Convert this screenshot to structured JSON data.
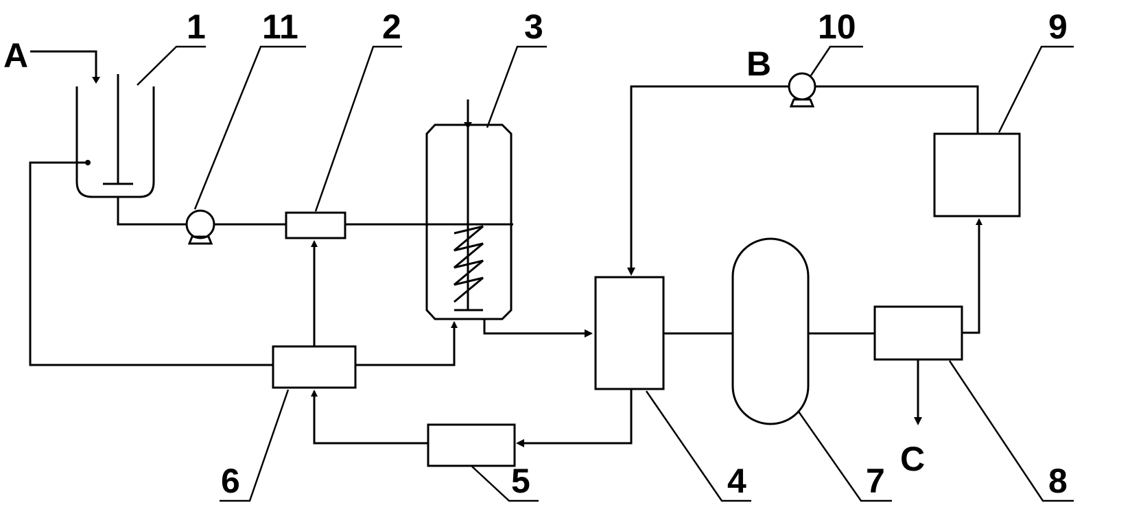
{
  "labels": {
    "stream_a": "A",
    "stream_b": "B",
    "stream_c": "C",
    "unit_1": "1",
    "unit_2": "2",
    "unit_3": "3",
    "unit_4": "4",
    "unit_5": "5",
    "unit_6": "6",
    "unit_7": "7",
    "unit_8": "8",
    "unit_9": "9",
    "unit_10": "10",
    "unit_11": "11"
  }
}
